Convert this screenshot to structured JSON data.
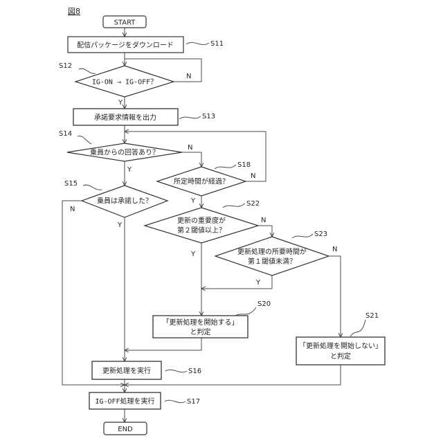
{
  "figure_label": "図8",
  "nodes": {
    "start": "START",
    "s11": "配信パッケージをダウンロード",
    "s12": "IG-ON → IG-OFF？",
    "s13": "承諾要求情報を出力",
    "s14": "乗員からの回答あり？",
    "s18": "所定時間が経過？",
    "s15": "乗員は承諾した？",
    "s22_line1": "更新の重要度が",
    "s22_line2": "第２閾値以上？",
    "s23_line1": "更新処理の所要時間が",
    "s23_line2": "第１閾値未満？",
    "s20_line1": "「更新処理を開始する」",
    "s20_line2": "と判定",
    "s21_line1": "「更新処理を開始しない」",
    "s21_line2": "と判定",
    "s16": "更新処理を実行",
    "s17": "IG-OFF処理を実行",
    "end": "END"
  },
  "step_labels": {
    "s11": "S11",
    "s12": "S12",
    "s13": "S13",
    "s14": "S14",
    "s18": "S18",
    "s15": "S15",
    "s22": "S22",
    "s23": "S23",
    "s20": "S20",
    "s21": "S21",
    "s16": "S16",
    "s17": "S17"
  },
  "branch": {
    "yes": "Y",
    "no": "N"
  }
}
